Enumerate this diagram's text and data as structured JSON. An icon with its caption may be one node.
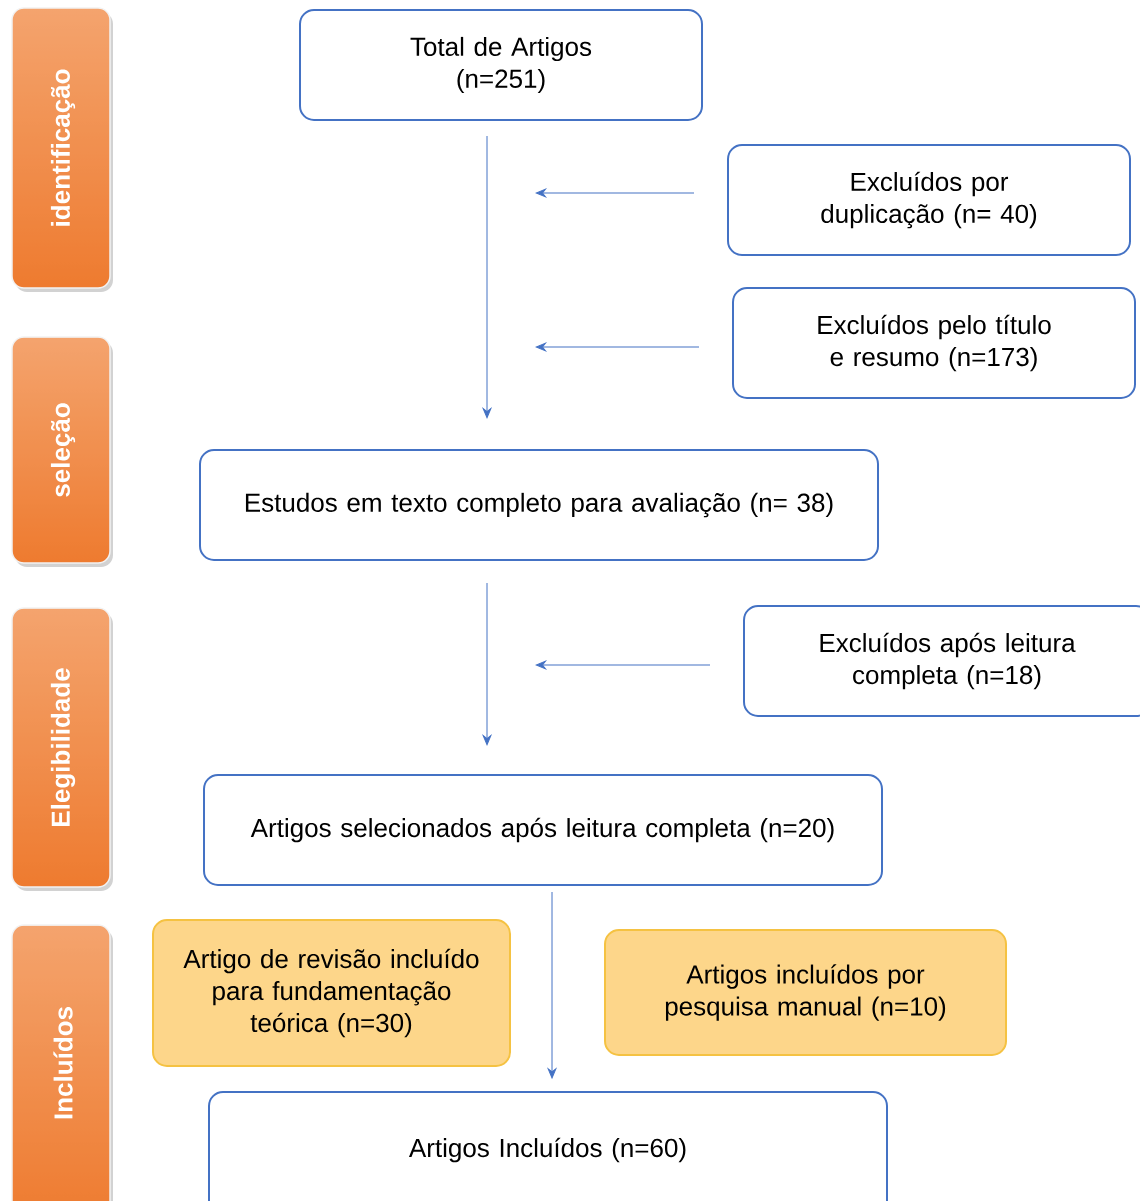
{
  "diagram": {
    "nodes": [
      {
        "text": [
          "identificação"
        ]
      },
      {
        "text": [
          "seleção"
        ]
      },
      {
        "text": [
          "Elegibilidade"
        ]
      },
      {
        "text": [
          "Incluídos"
        ]
      },
      {
        "text": [
          "Total de Artigos",
          "(n=251)"
        ]
      },
      {
        "text": [
          "Excluídos por duplicação (n= 40)"
        ]
      },
      {
        "text": [
          "Excluídos pelo título e resumo (n=173)"
        ]
      },
      {
        "text": [
          "Estudos em texto completo para avaliação (n= 38)"
        ]
      },
      {
        "text": [
          "Excluídos após leitura completa (n=18)"
        ]
      },
      {
        "text": [
          "Artigos selecionados após leitura completa (n=20)"
        ]
      },
      {
        "text": [
          "Artigo de revisão incluído para fundamentação teórica (n=30)"
        ]
      },
      {
        "text": [
          "Artigos incluídos por pesquisa manual (n=10)"
        ]
      },
      {
        "text": [
          "Artigos Incluídos (n=60)"
        ]
      }
    ],
    "edges": [
      {
        "from": 4,
        "to": 7,
        "arrow": "to"
      },
      {
        "from": 5,
        "to": null,
        "arrow": "to"
      },
      {
        "from": 6,
        "to": null,
        "arrow": "to"
      },
      {
        "from": 7,
        "to": 9,
        "arrow": "to"
      },
      {
        "from": 8,
        "to": null,
        "arrow": "to"
      },
      {
        "from": 9,
        "to": 12,
        "arrow": "to"
      }
    ]
  }
}
